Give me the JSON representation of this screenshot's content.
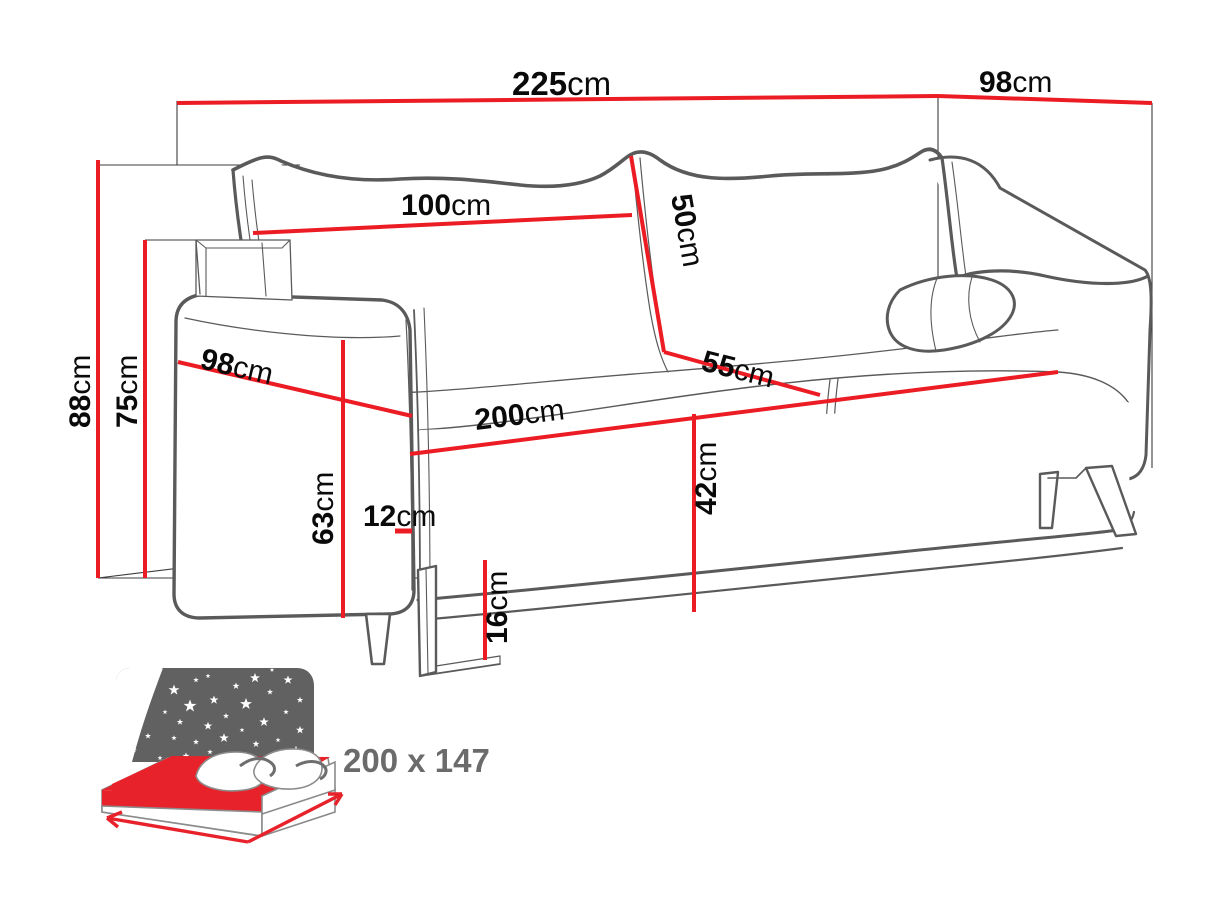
{
  "diagram": {
    "title": "Sofa bed dimensions diagram",
    "unit": "cm",
    "colors": {
      "dimension_line": "#EC1C24",
      "outline": "#5a5a5a",
      "thin_guide": "#4a4a4a",
      "label_text": "#0a0a0a",
      "bed_label_text": "#6b6b6b",
      "mattress_red": "#E8222A",
      "headboard_grey": "#616161"
    },
    "measurements": [
      {
        "id": "overall-width",
        "value": "225",
        "unit": "cm",
        "label": "225cm"
      },
      {
        "id": "overall-depth",
        "value": "98",
        "unit": "cm",
        "label": "98cm"
      },
      {
        "id": "backrest-width",
        "value": "100",
        "unit": "cm",
        "label": "100cm"
      },
      {
        "id": "backrest-height",
        "value": "50",
        "unit": "cm",
        "label": "50cm"
      },
      {
        "id": "total-height",
        "value": "88",
        "unit": "cm",
        "label": "88cm"
      },
      {
        "id": "arm-height",
        "value": "75",
        "unit": "cm",
        "label": "75cm"
      },
      {
        "id": "side-depth",
        "value": "98",
        "unit": "cm",
        "label": "98cm"
      },
      {
        "id": "seat-depth",
        "value": "55",
        "unit": "cm",
        "label": "55cm"
      },
      {
        "id": "seat-width",
        "value": "200",
        "unit": "cm",
        "label": "200cm"
      },
      {
        "id": "seat-height",
        "value": "42",
        "unit": "cm",
        "label": "42cm"
      },
      {
        "id": "arm-side-height",
        "value": "63",
        "unit": "cm",
        "label": "63cm"
      },
      {
        "id": "arm-thickness",
        "value": "12",
        "unit": "cm",
        "label": "12cm"
      },
      {
        "id": "leg-height",
        "value": "16",
        "unit": "cm",
        "label": "16cm"
      }
    ],
    "sleeping_area": {
      "label": "200 x 147",
      "icon": "bed-sleeping-area-icon"
    }
  }
}
